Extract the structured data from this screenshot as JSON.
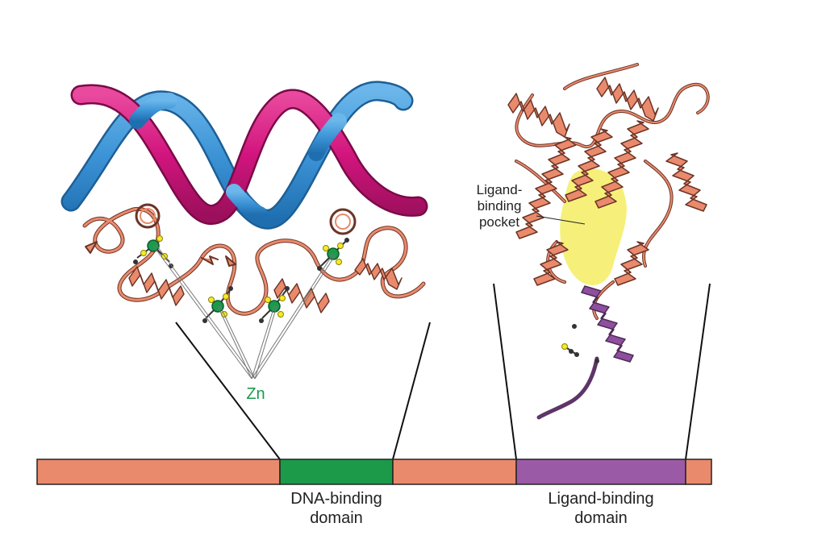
{
  "labels": {
    "zn": "Zn",
    "ligand_pocket": "Ligand-\nbinding\npocket",
    "dna_domain": "DNA-binding\ndomain",
    "ligand_domain": "Ligand-binding\ndomain"
  },
  "colors": {
    "protein": "#ea8a6c",
    "protein_outline": "#6b3426",
    "dna_strand_a": "#3c94d6",
    "dna_strand_b": "#d2157e",
    "zinc": "#1a9b4b",
    "sulfur": "#f4ea2a",
    "pocket": "#f6f07a",
    "dna_domain_bar": "#1c9a4a",
    "ligand_domain_bar": "#9b5aa6",
    "linker_helix": "#8e4f9e"
  },
  "icons": [
    "dna-double-helix-icon",
    "zinc-finger-ribbon-icon",
    "ligand-domain-ribbon-icon"
  ]
}
